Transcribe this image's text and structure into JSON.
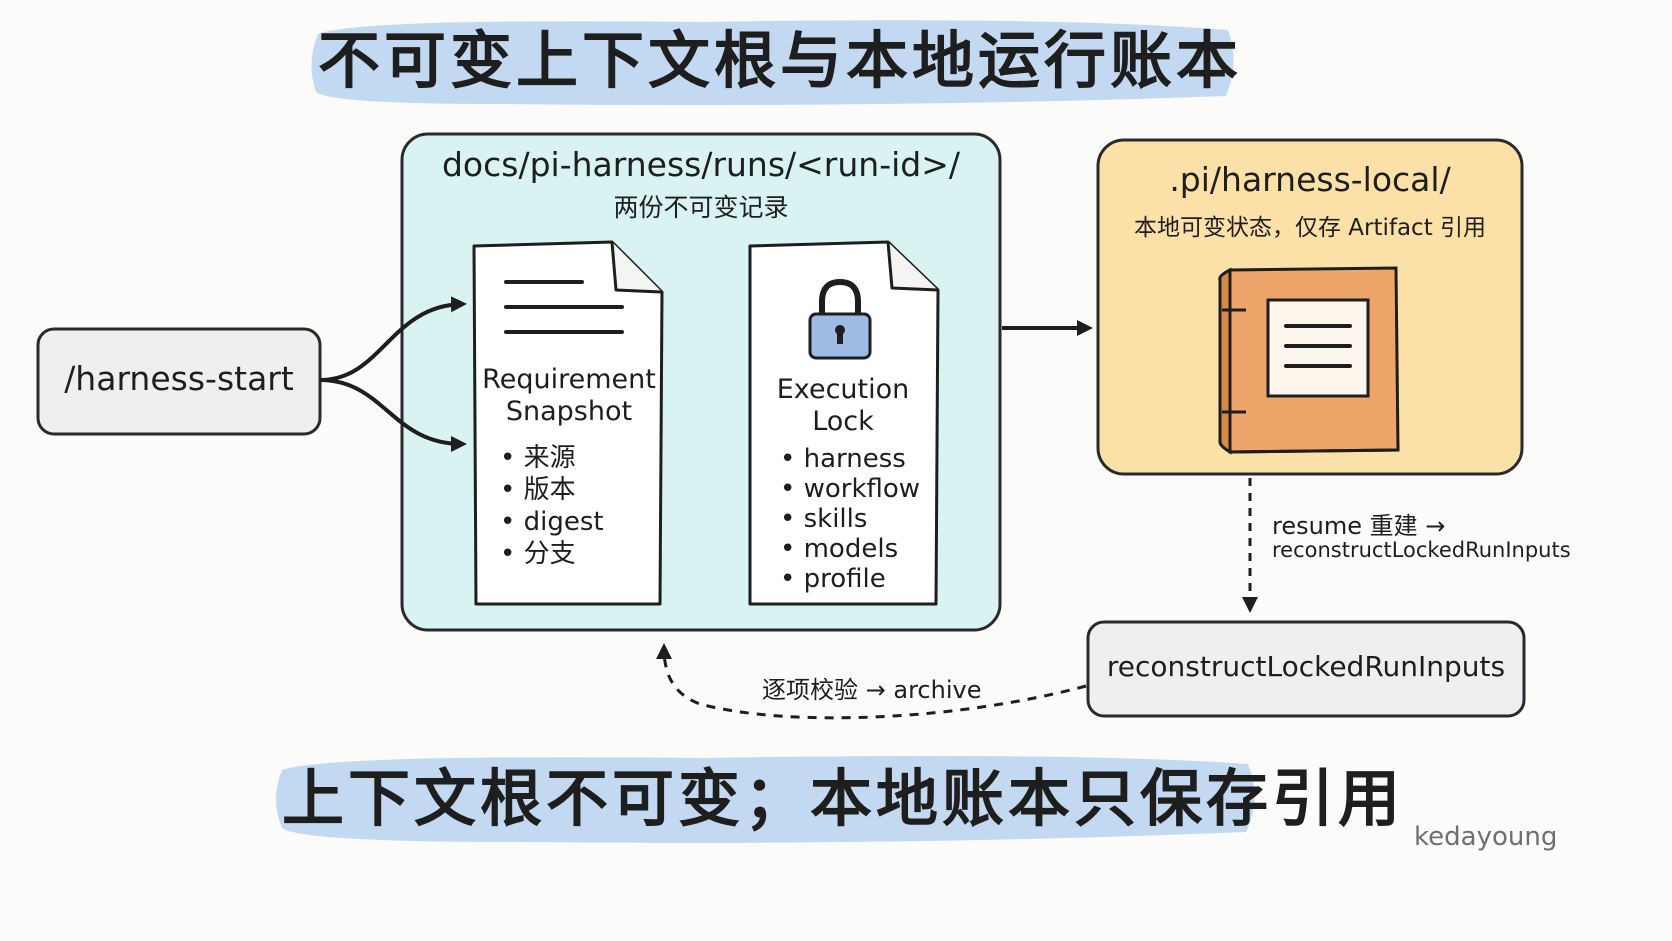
{
  "title": "不可变上下文根与本地运行账本",
  "footer": "上下文根不可变；本地账本只保存引用",
  "watermark": "kedayoung",
  "start": {
    "label": "/harness-start"
  },
  "runs_box": {
    "title": "docs/pi-harness/runs/<run-id>/",
    "subtitle": "两份不可变记录"
  },
  "requirement_snapshot": {
    "title_line1": "Requirement",
    "title_line2": "Snapshot",
    "items": [
      "来源",
      "版本",
      "digest",
      "分支"
    ]
  },
  "execution_lock": {
    "title_line1": "Execution",
    "title_line2": "Lock",
    "icon": "lock-icon",
    "items": [
      "harness",
      "workflow",
      "skills",
      "models",
      "profile"
    ]
  },
  "local_box": {
    "title": ".pi/harness-local/",
    "subtitle": "本地可变状态，仅存 Artifact 引用",
    "icon": "ledger-book-icon"
  },
  "resume_label": {
    "line1": "resume 重建 →",
    "line2": "reconstructLockedRunInputs"
  },
  "reconstruct": {
    "label": "reconstructLockedRunInputs"
  },
  "verify_label": "逐项校验 → archive",
  "colors": {
    "title_band": "#bcd5ef",
    "runs_box_fill": "#d9f3f2",
    "local_box_fill": "#fbe1a8",
    "book_cover": "#eea56a",
    "lock_body": "#9dbbe3",
    "button_fill": "#efeff1"
  }
}
